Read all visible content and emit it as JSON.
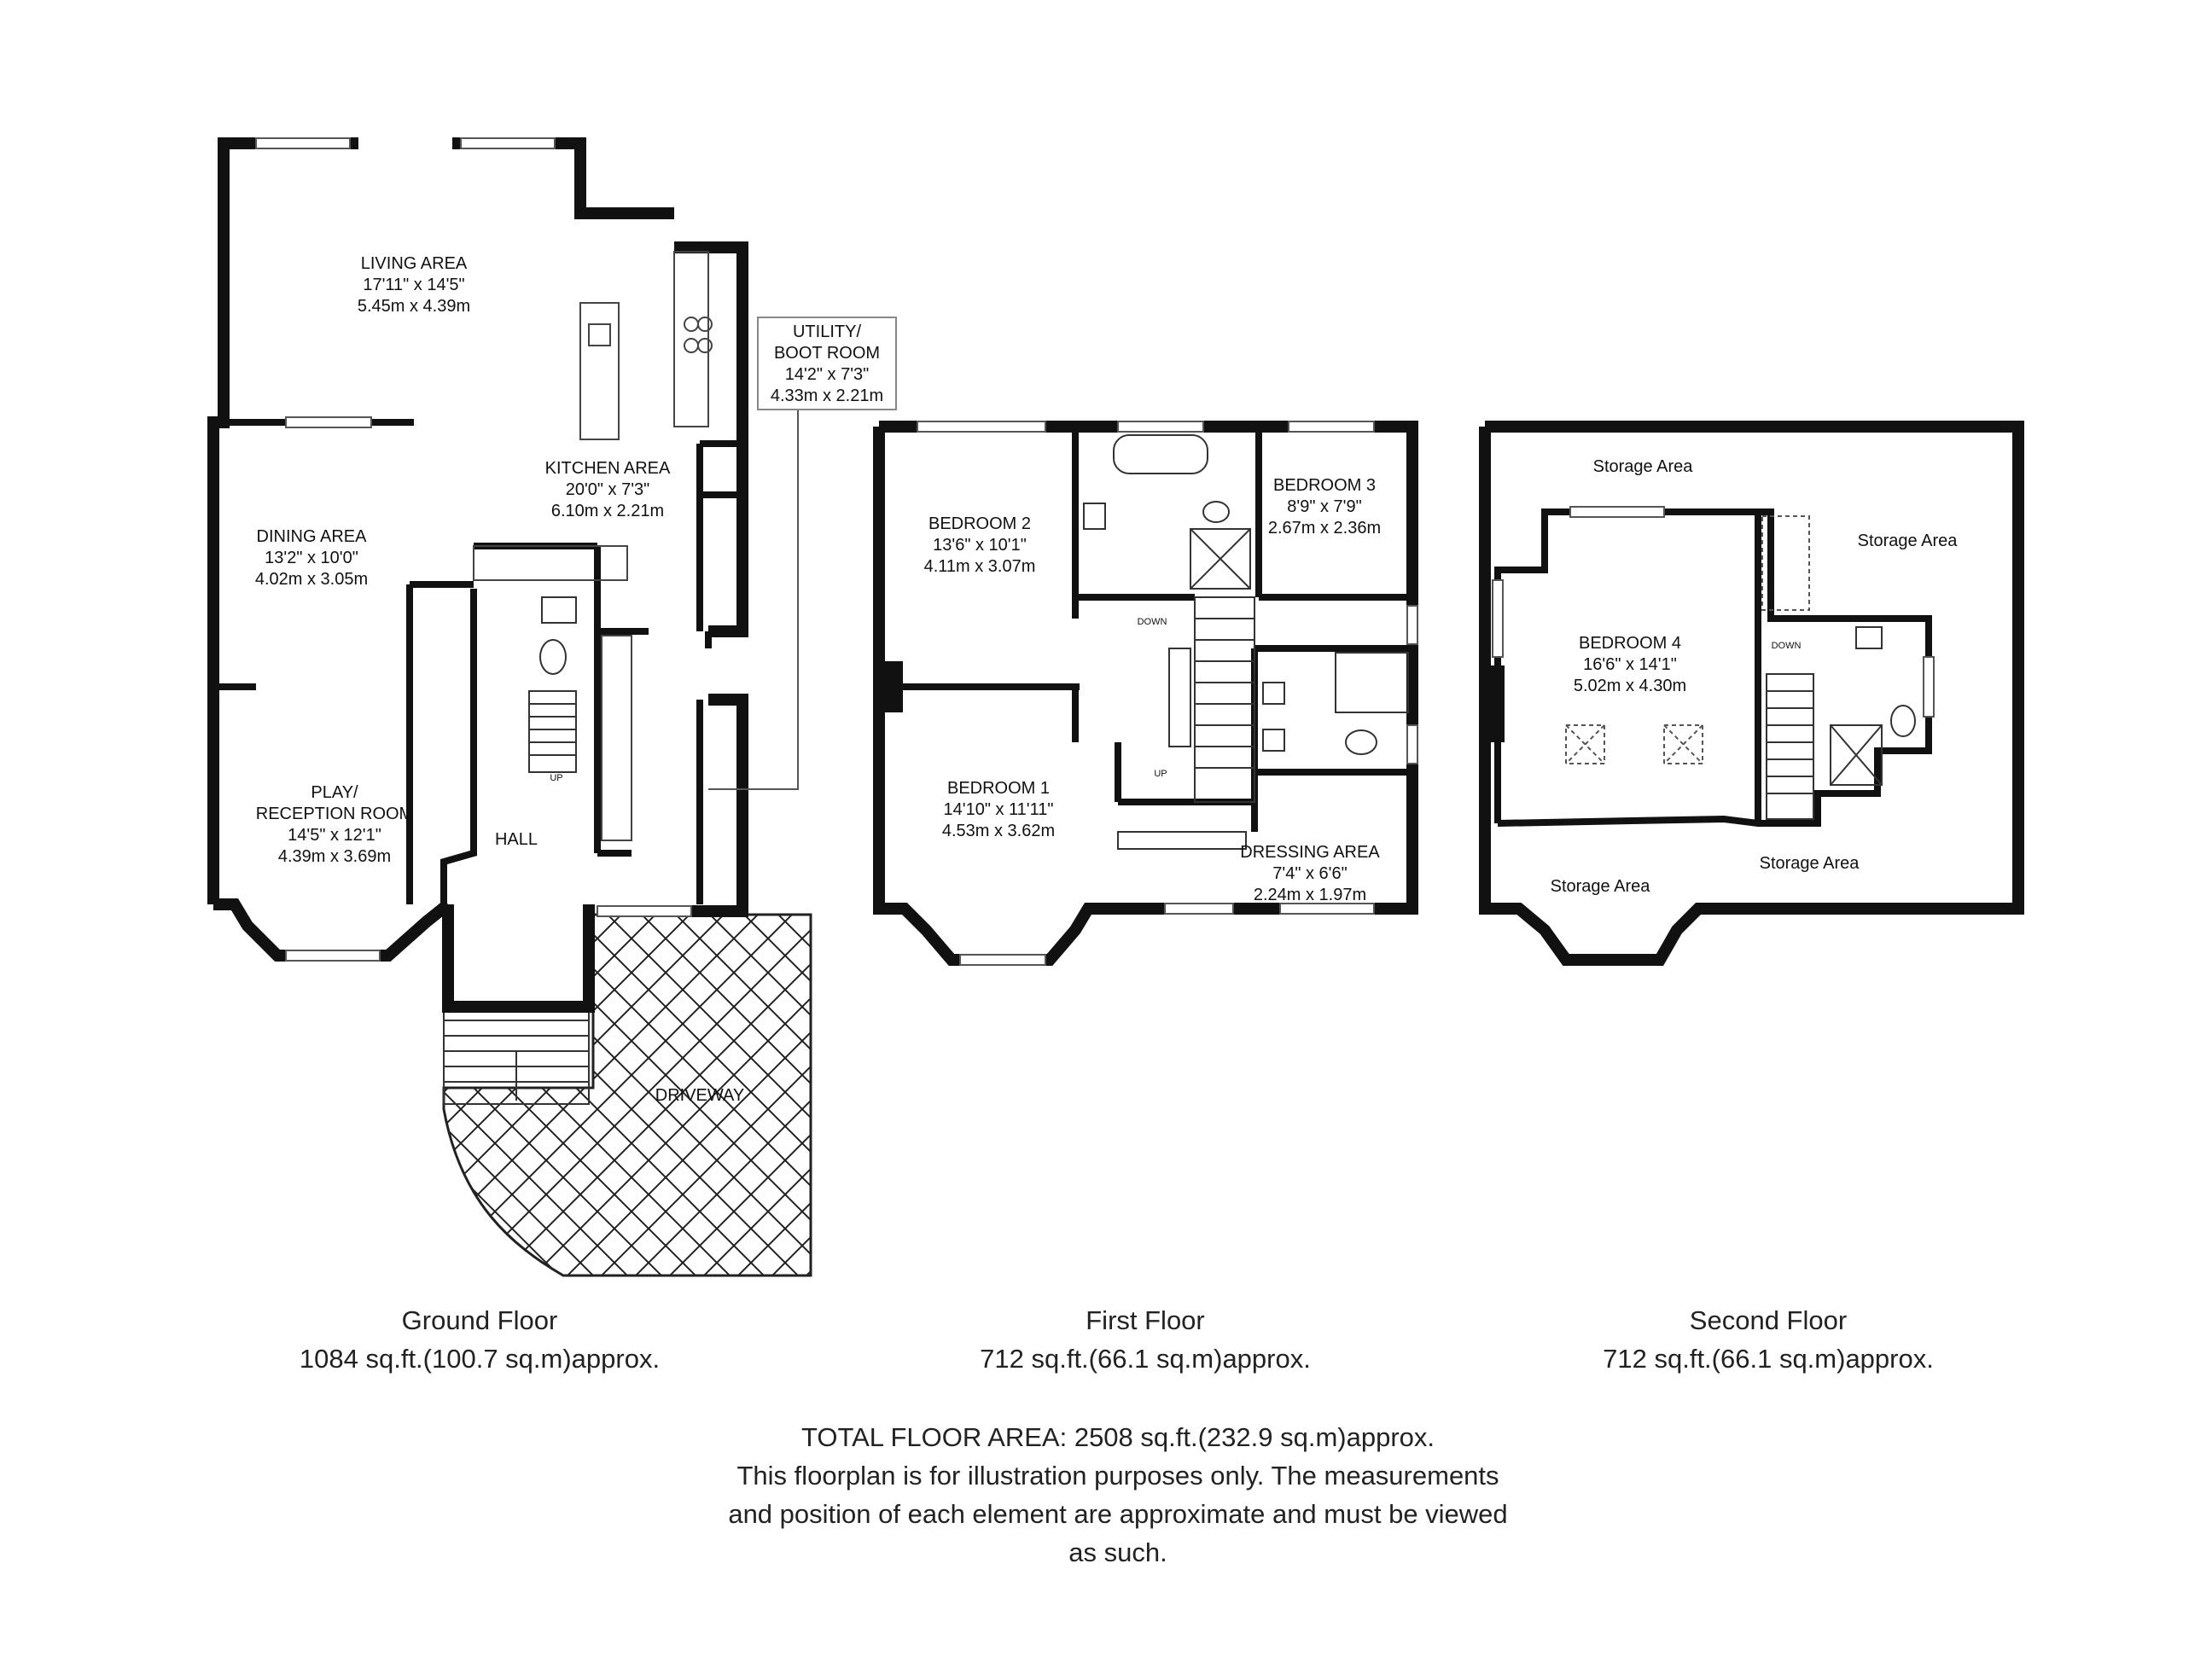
{
  "ground_floor": {
    "caption": "Ground Floor",
    "area": "1084 sq.ft.(100.7 sq.m)approx.",
    "rooms": {
      "living": {
        "name": "LIVING AREA",
        "imperial": "17'11\" x 14'5\"",
        "metric": "5.45m x 4.39m"
      },
      "kitchen": {
        "name": "KITCHEN AREA",
        "imperial": "20'0\" x 7'3\"",
        "metric": "6.10m x 2.21m"
      },
      "dining": {
        "name": "DINING AREA",
        "imperial": "13'2\" x 10'0\"",
        "metric": "4.02m x 3.05m"
      },
      "play": {
        "name1": "PLAY/",
        "name2": "RECEPTION ROOM",
        "imperial": "14'5\" x 12'1\"",
        "metric": "4.39m x 3.69m"
      },
      "utility": {
        "name1": "UTILITY/",
        "name2": "BOOT ROOM",
        "imperial": "14'2\" x 7'3\"",
        "metric": "4.33m x 2.21m"
      },
      "hall": {
        "name": "HALL"
      },
      "driveway": {
        "name": "DRIVEWAY"
      }
    },
    "stair_label": "UP"
  },
  "first_floor": {
    "caption": "First Floor",
    "area": "712 sq.ft.(66.1 sq.m)approx.",
    "rooms": {
      "bedroom2": {
        "name": "BEDROOM 2",
        "imperial": "13'6\" x 10'1\"",
        "metric": "4.11m x 3.07m"
      },
      "bedroom3": {
        "name": "BEDROOM 3",
        "imperial": "8'9\" x 7'9\"",
        "metric": "2.67m x 2.36m"
      },
      "bedroom1": {
        "name": "BEDROOM 1",
        "imperial": "14'10\" x 11'11\"",
        "metric": "4.53m x 3.62m"
      },
      "dressing": {
        "name": "DRESSING AREA",
        "imperial": "7'4\" x 6'6\"",
        "metric": "2.24m x 1.97m"
      }
    },
    "stair_down": "DOWN",
    "stair_up": "UP"
  },
  "second_floor": {
    "caption": "Second Floor",
    "area": "712 sq.ft.(66.1 sq.m)approx.",
    "rooms": {
      "bedroom4": {
        "name": "BEDROOM 4",
        "imperial": "16'6\" x 14'1\"",
        "metric": "5.02m x 4.30m"
      },
      "storage_top": {
        "name": "Storage Area"
      },
      "storage_right": {
        "name": "Storage Area"
      },
      "storage_bottom_left": {
        "name": "Storage Area"
      },
      "storage_bottom_right": {
        "name": "Storage Area"
      }
    },
    "stair_down": "DOWN"
  },
  "footer": {
    "total": "TOTAL FLOOR AREA: 2508 sq.ft.(232.9 sq.m)approx.",
    "disclaimer1": "This floorplan is for illustration purposes only. The measurements",
    "disclaimer2": "and position of each element are approximate and must be viewed",
    "disclaimer3": "as such."
  }
}
